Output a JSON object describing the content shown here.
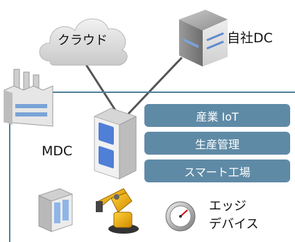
{
  "cloud": {
    "label": "クラウド"
  },
  "onprem_dc": {
    "label": "自社DC"
  },
  "mdc": {
    "label": "MDC"
  },
  "services": [
    "産業 IoT",
    "生産管理",
    "スマート工場"
  ],
  "edge": {
    "line1": "エッジ",
    "line2": "デバイス"
  },
  "colors": {
    "service_box": "#5f8aa6",
    "frame_line": "#4f7f99",
    "link_line": "#555555"
  },
  "icons": [
    "cloud-icon",
    "datacenter-server-icon",
    "factory-icon",
    "mdc-rack-icon",
    "cabinet-icon",
    "robot-arm-icon",
    "gauge-icon"
  ]
}
